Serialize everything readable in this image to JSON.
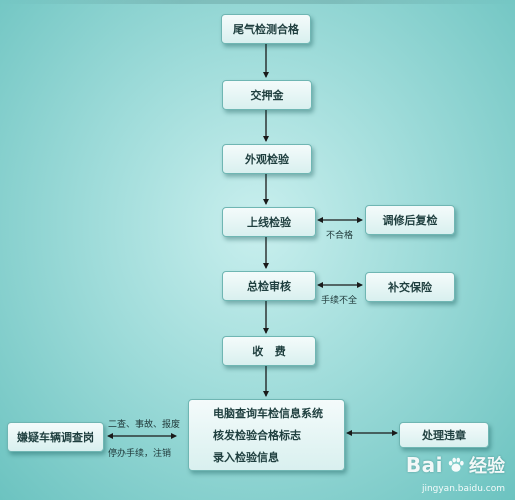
{
  "flowchart": {
    "steps": {
      "exhaust_test": "尾气检测合格",
      "deposit": "交押金",
      "appearance_check": "外观检验",
      "online_inspection": "上线检验",
      "general_review": "总检审核",
      "fee": "收   费",
      "computer_query": "电脑查询车检信息系统",
      "issue_mark": "核发检验合格标志",
      "enter_info": "录入检验信息"
    },
    "side_boxes": {
      "recheck": "调修后复检",
      "supplement_insurance": "补交保险",
      "suspect_vehicle": "嫌疑车辆调查岗",
      "handle_violation": "处理违章"
    },
    "edge_labels": {
      "unqualified": "不合格",
      "incomplete_procedures": "手续不全",
      "suspect_reasons": "二查、事故、报废",
      "suspend_procedures": "停办手续，注销"
    }
  },
  "watermark": {
    "brand": "Bai",
    "brand_suffix": "经验",
    "url": "jingyan.baidu.com"
  },
  "colors": {
    "background": "#9fdcda",
    "box_fill": "#e6f5f4",
    "box_border": "#6fb6b3",
    "text": "#1f3f3f",
    "arrow": "#1a1a1a"
  }
}
